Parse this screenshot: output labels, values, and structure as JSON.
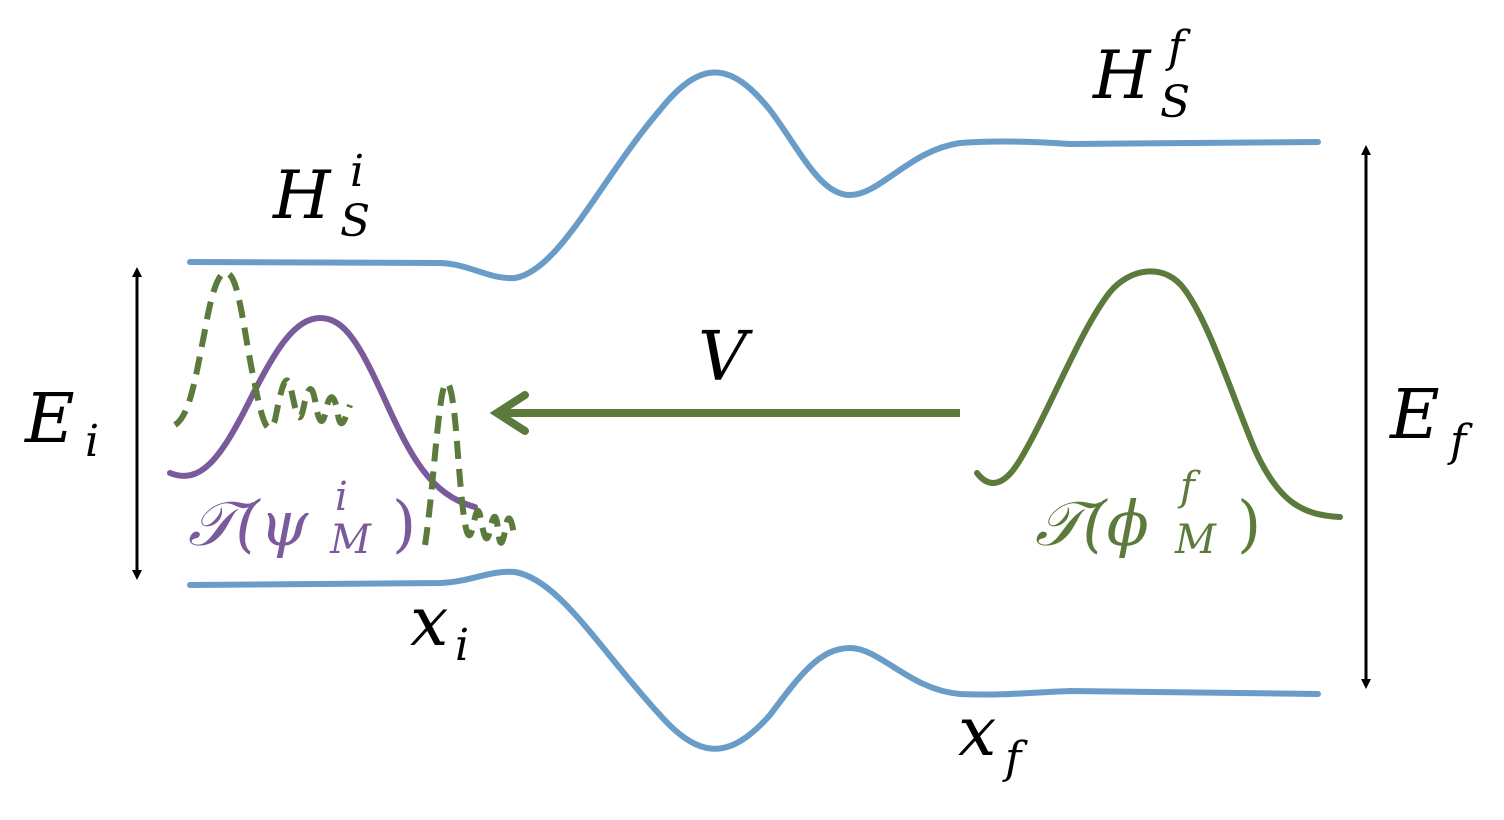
{
  "labels": {
    "hs_i_base": "H",
    "hs_i_sup": "i",
    "hs_i_sub": "S",
    "hs_f_base": "H",
    "hs_f_sup": "f",
    "hs_f_sub": "S",
    "e_i_base": "E",
    "e_i_sub": "i",
    "e_f_base": "E",
    "e_f_sub": "f",
    "v": "V",
    "x_i_base": "x",
    "x_i_sub": "i",
    "x_f_base": "x",
    "x_f_sub": "f",
    "t_psi_open": "𝒯(ψ",
    "t_psi_sup": "i",
    "t_psi_sub": "M",
    "t_psi_close": ")",
    "t_phi_open": "𝒯(ϕ",
    "t_phi_sup": "f",
    "t_phi_sub": "M",
    "t_phi_close": ")"
  },
  "colors": {
    "boundary": "#6a9cc8",
    "green": "#5b7a3c",
    "purple": "#7a5a9a",
    "black": "#000000"
  }
}
